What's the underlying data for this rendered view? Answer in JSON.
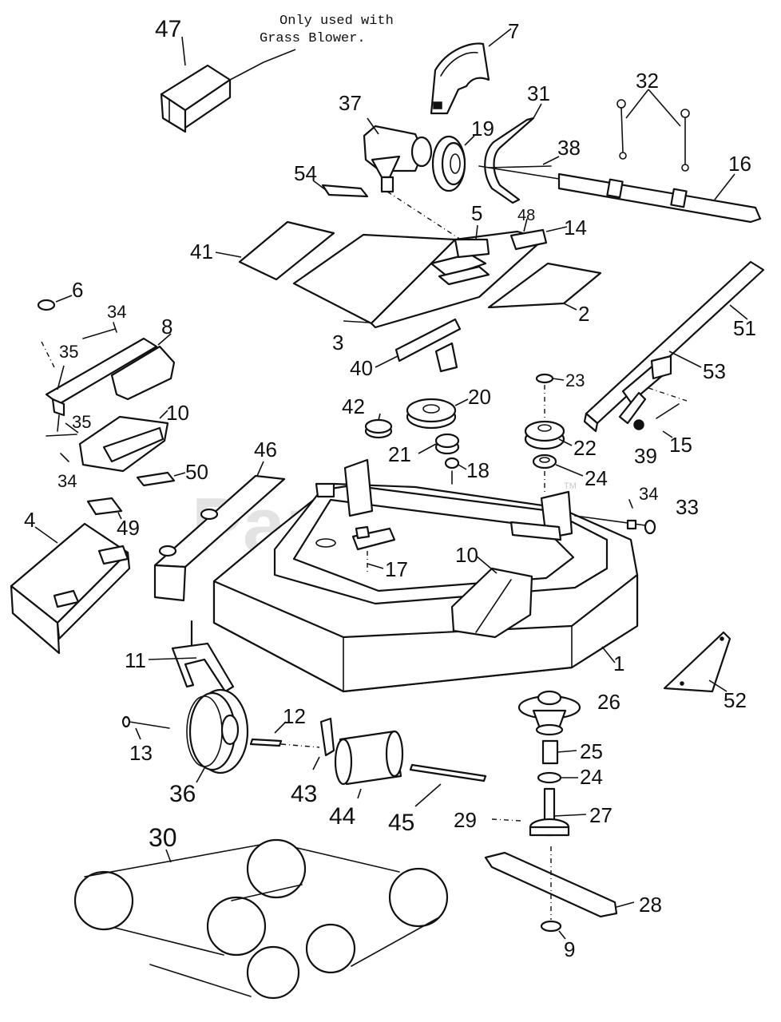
{
  "note": {
    "line1": "Only used with",
    "line2": "Grass Blower."
  },
  "watermark": {
    "text": "PartsTree",
    "tm": "TM"
  },
  "callouts": [
    {
      "id": "c47",
      "label": "47"
    },
    {
      "id": "c7",
      "label": "7"
    },
    {
      "id": "c37",
      "label": "37"
    },
    {
      "id": "c19",
      "label": "19"
    },
    {
      "id": "c31",
      "label": "31"
    },
    {
      "id": "c38",
      "label": "38"
    },
    {
      "id": "c32",
      "label": "32"
    },
    {
      "id": "c16",
      "label": "16"
    },
    {
      "id": "c54",
      "label": "54"
    },
    {
      "id": "c5",
      "label": "5"
    },
    {
      "id": "c48",
      "label": "48"
    },
    {
      "id": "c14",
      "label": "14"
    },
    {
      "id": "c41",
      "label": "41"
    },
    {
      "id": "c2",
      "label": "2"
    },
    {
      "id": "c3",
      "label": "3"
    },
    {
      "id": "c40",
      "label": "40"
    },
    {
      "id": "c51",
      "label": "51"
    },
    {
      "id": "c53",
      "label": "53"
    },
    {
      "id": "c6",
      "label": "6"
    },
    {
      "id": "c34a",
      "label": "34"
    },
    {
      "id": "c8",
      "label": "8"
    },
    {
      "id": "c35a",
      "label": "35"
    },
    {
      "id": "c35b",
      "label": "35"
    },
    {
      "id": "c10a",
      "label": "10"
    },
    {
      "id": "c34b",
      "label": "34"
    },
    {
      "id": "c50",
      "label": "50"
    },
    {
      "id": "c49",
      "label": "49"
    },
    {
      "id": "c42",
      "label": "42"
    },
    {
      "id": "c20",
      "label": "20"
    },
    {
      "id": "c23",
      "label": "23"
    },
    {
      "id": "c21",
      "label": "21"
    },
    {
      "id": "c18",
      "label": "18"
    },
    {
      "id": "c22",
      "label": "22"
    },
    {
      "id": "c39",
      "label": "39"
    },
    {
      "id": "c15",
      "label": "15"
    },
    {
      "id": "c24a",
      "label": "24"
    },
    {
      "id": "c46",
      "label": "46"
    },
    {
      "id": "c34c",
      "label": "34"
    },
    {
      "id": "c33",
      "label": "33"
    },
    {
      "id": "c4",
      "label": "4"
    },
    {
      "id": "c17",
      "label": "17"
    },
    {
      "id": "c10b",
      "label": "10"
    },
    {
      "id": "c1",
      "label": "1"
    },
    {
      "id": "c11",
      "label": "11"
    },
    {
      "id": "c26",
      "label": "26"
    },
    {
      "id": "c52",
      "label": "52"
    },
    {
      "id": "c13",
      "label": "13"
    },
    {
      "id": "c12",
      "label": "12"
    },
    {
      "id": "c36",
      "label": "36"
    },
    {
      "id": "c43",
      "label": "43"
    },
    {
      "id": "c44",
      "label": "44"
    },
    {
      "id": "c45",
      "label": "45"
    },
    {
      "id": "c25",
      "label": "25"
    },
    {
      "id": "c24b",
      "label": "24"
    },
    {
      "id": "c29",
      "label": "29"
    },
    {
      "id": "c27",
      "label": "27"
    },
    {
      "id": "c30",
      "label": "30"
    },
    {
      "id": "c28",
      "label": "28"
    },
    {
      "id": "c9",
      "label": "9"
    }
  ]
}
